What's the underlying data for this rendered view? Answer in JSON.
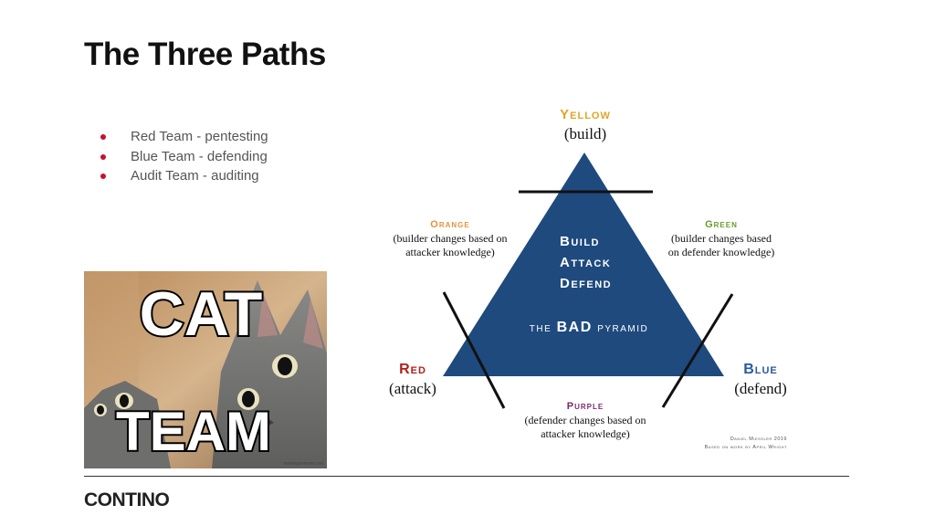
{
  "slide": {
    "title": "The Three Paths",
    "bullets": [
      "Red Team - pentesting",
      "Blue Team - defending",
      "Audit Team - auditing"
    ],
    "bullet_color": "#c8102e"
  },
  "meme": {
    "top_text": "CAT",
    "bottom_text": "TEAM",
    "watermark": "memegenerator.net"
  },
  "diagram": {
    "yellow": {
      "name": "Yellow",
      "role": "(build)",
      "color": "#e0a526"
    },
    "orange": {
      "name": "Orange",
      "desc_line1": "(builder changes based on",
      "desc_line2": "attacker knowledge)",
      "color": "#e8913a"
    },
    "green": {
      "name": "Green",
      "desc_line1": "(builder changes based",
      "desc_line2": "on defender knowledge)",
      "color": "#6a9a2e"
    },
    "red": {
      "name": "Red",
      "role": "(attack)",
      "color": "#b0211a"
    },
    "blue": {
      "name": "Blue",
      "role": "(defend)",
      "color": "#2a5a9c"
    },
    "purple": {
      "name": "Purple",
      "desc_line1": "(defender changes based on",
      "desc_line2": "attacker knowledge)",
      "color": "#7a2a6a"
    },
    "pyramid_lines": [
      "Build",
      "Attack",
      "Defend"
    ],
    "pyramid_title_prefix": "the",
    "pyramid_title_bold": "BAD",
    "pyramid_title_suffix": "pyramid",
    "pyramid_color": "#1e4a7e",
    "credit_line1": "Daniel Miessler 2019",
    "credit_line2": "Based on work by April Wright"
  },
  "footer": {
    "logo": "CONTINO"
  }
}
